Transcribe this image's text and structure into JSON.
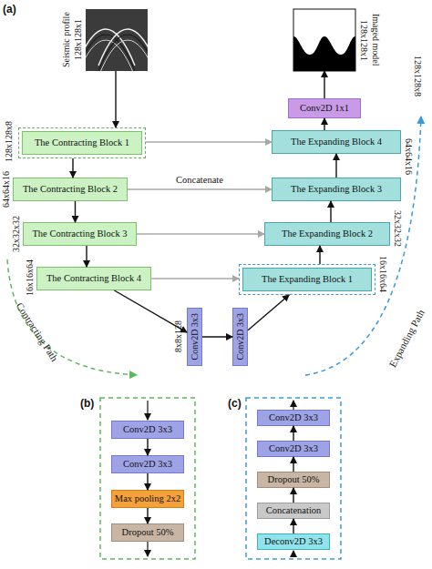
{
  "diagram": {
    "nodes": [
      {
        "text": [
          "Seismic profile",
          "128x128x1"
        ]
      },
      {
        "text": [
          "Imaged model",
          "128x128x1"
        ]
      },
      {
        "text": [
          "Conv2D 1x1"
        ]
      },
      {
        "text": [
          "The Contracting Block 1"
        ]
      },
      {
        "text": [
          "The Expanding Block 4"
        ]
      },
      {
        "text": [
          "The Contracting Block 2"
        ]
      },
      {
        "text": [
          "The Expanding Block 3"
        ]
      },
      {
        "text": [
          "The Contracting Block 3"
        ]
      },
      {
        "text": [
          "The Expanding Block 2"
        ]
      },
      {
        "text": [
          "The Contracting Block 4"
        ]
      },
      {
        "text": [
          "The Expanding Block 1"
        ]
      },
      {
        "text": [
          "Conv2D 3x3"
        ]
      },
      {
        "text": [
          "Conv2D 3x3"
        ]
      },
      {
        "text": [
          "Conv2D 3x3"
        ]
      },
      {
        "text": [
          "Conv2D 3x3"
        ]
      },
      {
        "text": [
          "Max pooling 2x2"
        ]
      },
      {
        "text": [
          "Dropout 50%"
        ]
      },
      {
        "text": [
          "Conv2D 3x3"
        ]
      },
      {
        "text": [
          "Conv2D 3x3"
        ]
      },
      {
        "text": [
          "Dropout 50%"
        ]
      },
      {
        "text": [
          "Concatenation"
        ]
      },
      {
        "text": [
          "Deconv2D 3x3"
        ]
      }
    ],
    "edges": [
      {
        "from": 0,
        "to": 3,
        "arrow": "to"
      },
      {
        "from": 3,
        "to": 5,
        "arrow": "to"
      },
      {
        "from": 5,
        "to": 7,
        "arrow": "to"
      },
      {
        "from": 7,
        "to": 9,
        "arrow": "to"
      },
      {
        "from": 9,
        "to": 11,
        "arrow": "to"
      },
      {
        "from": 11,
        "to": 12,
        "arrow": "to"
      },
      {
        "from": 12,
        "to": 10,
        "arrow": "to"
      },
      {
        "from": 10,
        "to": 8,
        "arrow": "to"
      },
      {
        "from": 8,
        "to": 6,
        "arrow": "to"
      },
      {
        "from": 6,
        "to": 4,
        "arrow": "to"
      },
      {
        "from": 4,
        "to": 2,
        "arrow": "to"
      },
      {
        "from": 2,
        "to": 1,
        "arrow": "to"
      },
      {
        "from": 3,
        "to": 4,
        "arrow": "to"
      },
      {
        "from": 5,
        "to": 6,
        "label": "Concatenate",
        "arrow": "to"
      },
      {
        "from": 7,
        "to": 8,
        "arrow": "to"
      },
      {
        "from": 9,
        "to": 10,
        "arrow": "to"
      },
      {
        "from": 13,
        "to": 14,
        "arrow": "to"
      },
      {
        "from": 14,
        "to": 15,
        "arrow": "to"
      },
      {
        "from": 15,
        "to": 16,
        "arrow": "to"
      },
      {
        "from": 21,
        "to": 20,
        "arrow": "to"
      },
      {
        "from": 20,
        "to": 19,
        "arrow": "to"
      },
      {
        "from": 19,
        "to": 18,
        "arrow": "to"
      },
      {
        "from": 18,
        "to": 17,
        "arrow": "to"
      }
    ],
    "labels": [
      "(a)",
      "128x128x8",
      "64x64x16",
      "32x32x32",
      "16x16x64",
      "8x8x128",
      "128x128x8",
      "64x64x16",
      "32x32x32",
      "16x16x64",
      "Contracting Path",
      "Expanding Path",
      "(b)",
      "(c)"
    ]
  }
}
